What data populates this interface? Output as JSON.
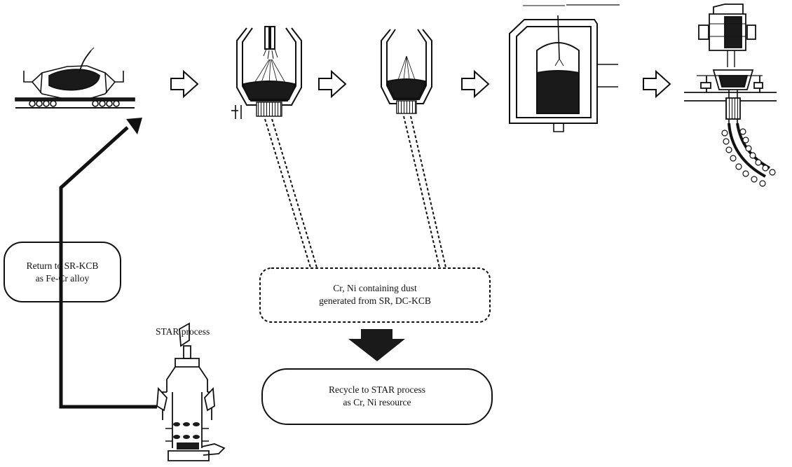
{
  "labels": {
    "return_box": {
      "line1": "Return to SR-KCB",
      "line2": "as Fe-Cr alloy"
    },
    "dust_box": {
      "line1": "Cr, Ni containing dust",
      "line2": "generated from SR, DC-KCB"
    },
    "recycle_box": {
      "line1": "Recycle to STAR process",
      "line2": "as Cr, Ni resource"
    },
    "star_caption": "STAR process"
  },
  "colors": {
    "ink": "#111111",
    "fill": "#1a1a1a",
    "paper": "#ffffff"
  },
  "icons": [
    "torpedo-car-icon",
    "sr-kcb-converter-icon",
    "dc-kcb-converter-icon",
    "vacuum-degasser-icon",
    "continuous-caster-icon",
    "star-furnace-icon"
  ]
}
